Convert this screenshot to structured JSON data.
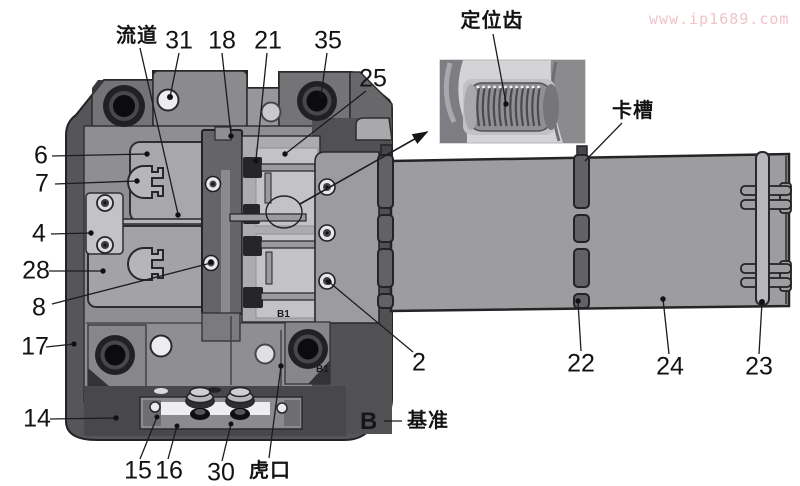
{
  "watermark": {
    "text": "www.ip1689.com",
    "color": "#f0c3ca"
  },
  "callouts": {
    "runner": {
      "text": "流道"
    },
    "n31": {
      "text": "31"
    },
    "n18": {
      "text": "18"
    },
    "n21": {
      "text": "21"
    },
    "n35": {
      "text": "35"
    },
    "n25": {
      "text": "25"
    },
    "positioning_teeth": {
      "text": "定位齿"
    },
    "clip_slot": {
      "text": "卡槽"
    },
    "n6": {
      "text": "6"
    },
    "n7": {
      "text": "7"
    },
    "n4": {
      "text": "4"
    },
    "n28": {
      "text": "28"
    },
    "n8": {
      "text": "8"
    },
    "n17": {
      "text": "17"
    },
    "n14": {
      "text": "14"
    },
    "n2": {
      "text": "2"
    },
    "n22": {
      "text": "22"
    },
    "n24": {
      "text": "24"
    },
    "n23": {
      "text": "23"
    },
    "datum": {
      "text": "基准"
    },
    "n15": {
      "text": "15"
    },
    "n16": {
      "text": "16"
    },
    "n30": {
      "text": "30"
    },
    "vise_mouth": {
      "text": "虎口"
    }
  },
  "engravings": {
    "b1_cavity": "B1",
    "b1_lower": "B1",
    "datum_b": "B"
  },
  "diagram_colors": {
    "body_dark": "#55555a",
    "plate_mid": "#8f8f92",
    "plate_light": "#c3c3c5",
    "line_dark": "#1c1c1e"
  }
}
